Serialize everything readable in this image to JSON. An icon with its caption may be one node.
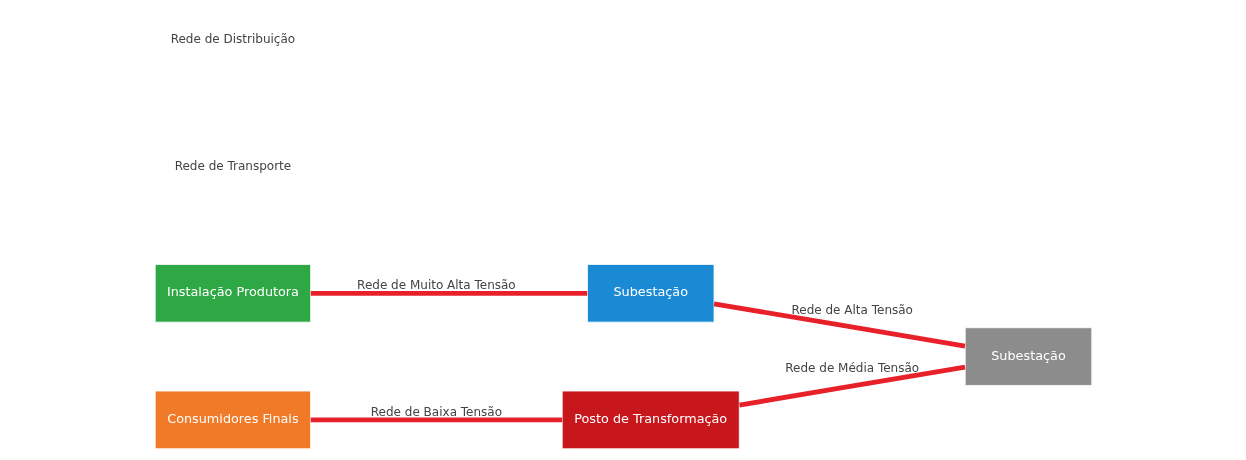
{
  "diagram": {
    "nodes": [
      {
        "text": [
          "Instalação Produtora"
        ]
      },
      {
        "text": [
          "Subestação"
        ]
      },
      {
        "text": [
          "Subestação"
        ]
      },
      {
        "text": [
          "Posto de Transformação"
        ]
      },
      {
        "text": [
          "Consumidores Finais"
        ]
      }
    ],
    "edges": [
      {
        "from": 0,
        "to": 1,
        "arrow": "none",
        "label": "Rede de Muito Alta Tensão"
      },
      {
        "from": 1,
        "to": 2,
        "arrow": "none",
        "label": "Rede de Alta Tensão"
      },
      {
        "from": 3,
        "to": 2,
        "arrow": "none",
        "label": "Rede de Média Tensão"
      },
      {
        "from": 4,
        "to": 3,
        "arrow": "none",
        "label": "Rede de Baixa Tensão"
      }
    ],
    "labels": [
      "Rede de Transporte",
      "Rede de Distribuição"
    ]
  }
}
